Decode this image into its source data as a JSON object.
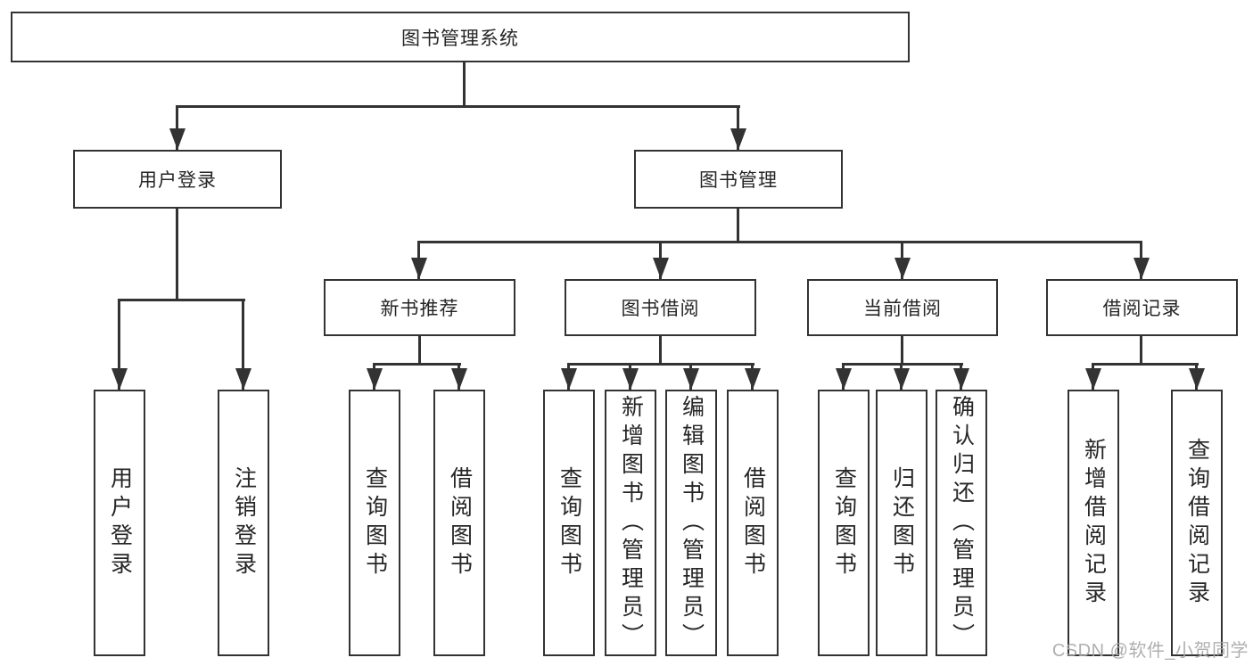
{
  "diagram": {
    "root": {
      "label": "图书管理系统"
    },
    "branches": [
      {
        "label": "用户登录",
        "children": [
          {
            "label": "用户登录"
          },
          {
            "label": "注销登录"
          }
        ]
      },
      {
        "label": "图书管理",
        "children": [
          {
            "label": "新书推荐",
            "children": [
              {
                "label": "查询图书"
              },
              {
                "label": "借阅图书"
              }
            ]
          },
          {
            "label": "图书借阅",
            "children": [
              {
                "label": "查询图书"
              },
              {
                "label": "新增图书（管理员）"
              },
              {
                "label": "编辑图书（管理员）"
              },
              {
                "label": "借阅图书"
              }
            ]
          },
          {
            "label": "当前借阅",
            "children": [
              {
                "label": "查询图书"
              },
              {
                "label": "归还图书"
              },
              {
                "label": "确认归还（管理员）"
              }
            ]
          },
          {
            "label": "借阅记录",
            "children": [
              {
                "label": "新增借阅记录"
              },
              {
                "label": "查询借阅记录"
              }
            ]
          }
        ]
      }
    ]
  },
  "watermark": {
    "text": "CSDN @软件_小贺同学"
  },
  "colors": {
    "line": "#333333",
    "border": "#333333",
    "text": "#262626",
    "watermark": "#a9a9a9",
    "background": "#ffffff"
  }
}
